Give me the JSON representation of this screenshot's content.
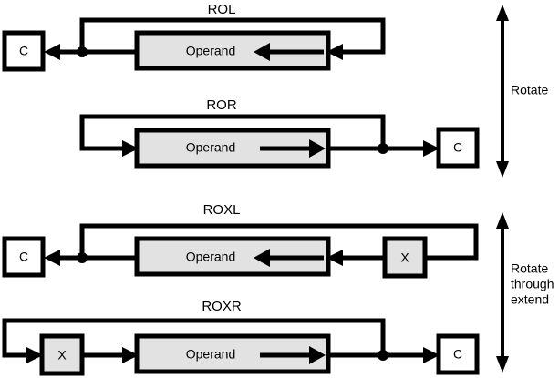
{
  "figure": {
    "title": "",
    "background_color": "#ffffff",
    "line_color": "#000000",
    "operand_fill": "#e2e2e2",
    "carry_fill": "#ffffff",
    "extend_fill": "#e2e2e2"
  },
  "rows": [
    {
      "id": "rol",
      "title": "ROL",
      "direction": "left",
      "operand_label": "Operand",
      "carry_label": "C",
      "extend_label": null,
      "has_extend": false
    },
    {
      "id": "ror",
      "title": "ROR",
      "direction": "right",
      "operand_label": "Operand",
      "carry_label": "C",
      "extend_label": null,
      "has_extend": false
    },
    {
      "id": "roxl",
      "title": "ROXL",
      "direction": "left",
      "operand_label": "Operand",
      "carry_label": "C",
      "extend_label": "X",
      "has_extend": true
    },
    {
      "id": "roxr",
      "title": "ROXR",
      "direction": "right",
      "operand_label": "Operand",
      "carry_label": "C",
      "extend_label": "X",
      "has_extend": true
    }
  ],
  "group_labels": {
    "rotate": {
      "lines": [
        "Rotate"
      ],
      "line1": "Rotate"
    },
    "rotate_through_extend": {
      "lines": [
        "Rotate",
        "through",
        "extend"
      ],
      "line1": "Rotate",
      "line2": "through",
      "line3": "extend"
    }
  }
}
